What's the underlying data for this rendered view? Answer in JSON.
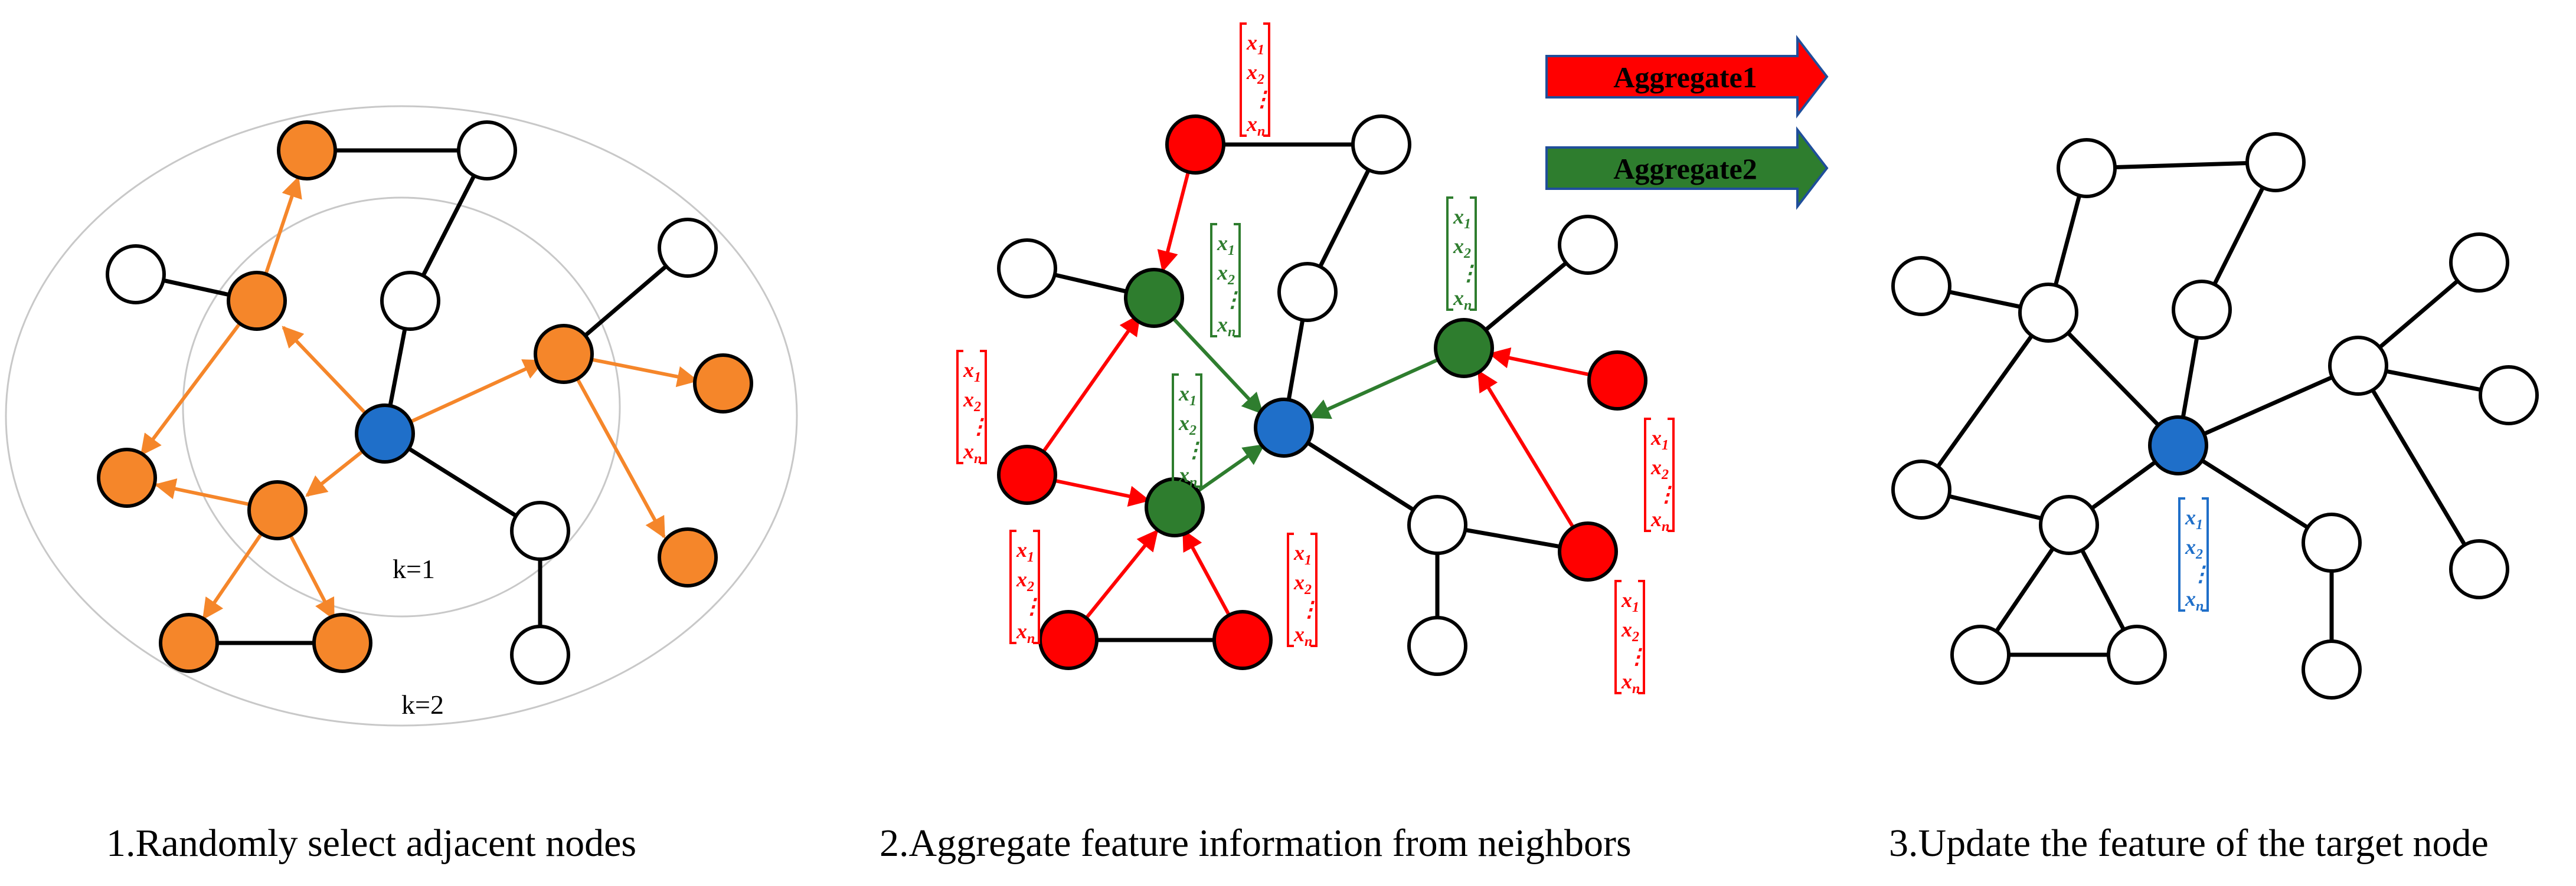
{
  "captions": {
    "step1": "1.Randomly select adjacent nodes",
    "step2": "2.Aggregate feature information from neighbors",
    "step3": "3.Update the feature of the target node"
  },
  "legend": {
    "aggregate1": "Aggregate1",
    "aggregate2": "Aggregate2"
  },
  "rings": {
    "k1": "k=1",
    "k2": "k=2"
  },
  "vector": {
    "x1": "x",
    "x1_sub": "1",
    "x2": "x",
    "x2_sub": "2",
    "dots": "⋮",
    "xn": "x",
    "xn_sub": "n"
  },
  "colors": {
    "target": "#1f6fc9",
    "sampled": "#f5862a",
    "hop2": "#ff0000",
    "hop1": "#2e7d2e",
    "plain": "#ffffff",
    "edge": "#000000",
    "vector_red": "#ff0000",
    "vector_green": "#2e7d2e",
    "vector_blue": "#1f6fc9"
  }
}
